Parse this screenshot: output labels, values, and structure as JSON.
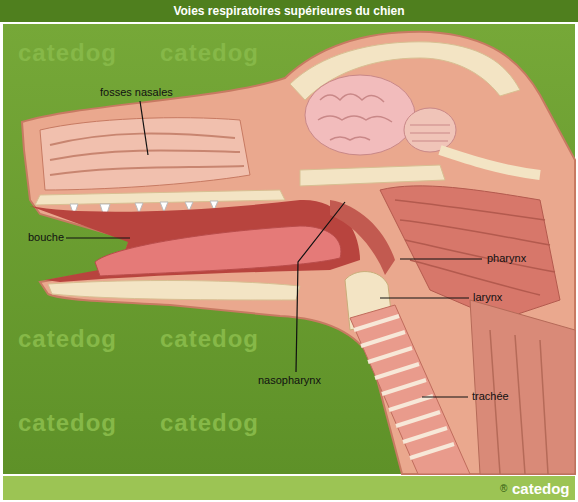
{
  "diagram": {
    "title": "Voies respiratoires supérieures du chien",
    "labels": [
      "fosses nasales",
      "bouche",
      "pharynx",
      "larynx",
      "nasopharynx",
      "trachée",
      "catedog",
      "catedog",
      "catedog",
      "catedog",
      "catedog",
      "catedog",
      "®",
      "catedog"
    ]
  }
}
